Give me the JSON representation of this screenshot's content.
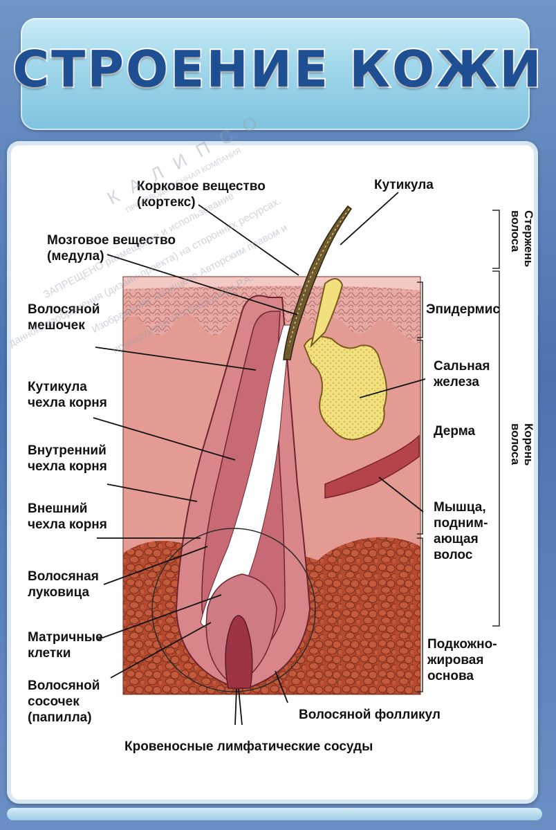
{
  "title": "СТРОЕНИЕ КОЖИ",
  "labels": {
    "cortex": "Корковое вещество\n(кортекс)",
    "cuticle": "Кутикула",
    "medulla": "Мозговое вещество\n(медула)",
    "hair_sac": "Волосяной\nмешочек",
    "cuticle_root_sheath": "Кутикула\nчехла корня",
    "inner_root_sheath": "Внутренний\nчехла корня",
    "outer_root_sheath": "Внешний\nчехла корня",
    "hair_bulb": "Волосяная\nлуковица",
    "matrix_cells": "Матричные\nклетки",
    "papilla": "Волосяной\nсосочек\n(папилла)",
    "blood_vessels": "Кровеносные лимфатические сосуды",
    "hair_follicle": "Волосяной фолликул",
    "epidermis": "Эпидермис",
    "sebaceous_gland": "Сальная\nжелеза",
    "dermis": "Дерма",
    "arrector_muscle": "Мышца,\nподним-\nающая\nволос",
    "hypodermis": "Подкожно-\nжировая\nоснова",
    "hair_shaft": "Стержень\nволоса",
    "hair_root": "Корень\nволоса"
  },
  "watermark": {
    "brand": "К А Л И П С О",
    "company": "ПРОИЗВОДСТВЕННАЯ КОМПАНИЯ",
    "line1": "ЗАПРЕЩЕНО размещение и использование",
    "line2": "данного изображения (дизайн-проекта) на сторонних ресурсах.",
    "line3": "Изображение защищено Авторским правом и",
    "line4": "принадлежит ИП Файзуллин Р.А."
  },
  "colors": {
    "title_fill": "#1d4f92",
    "dermis": "#e39b94",
    "epidermis": "#e8b0ab",
    "hypodermis": "#b24a2f",
    "gland": "#f0df7c"
  }
}
